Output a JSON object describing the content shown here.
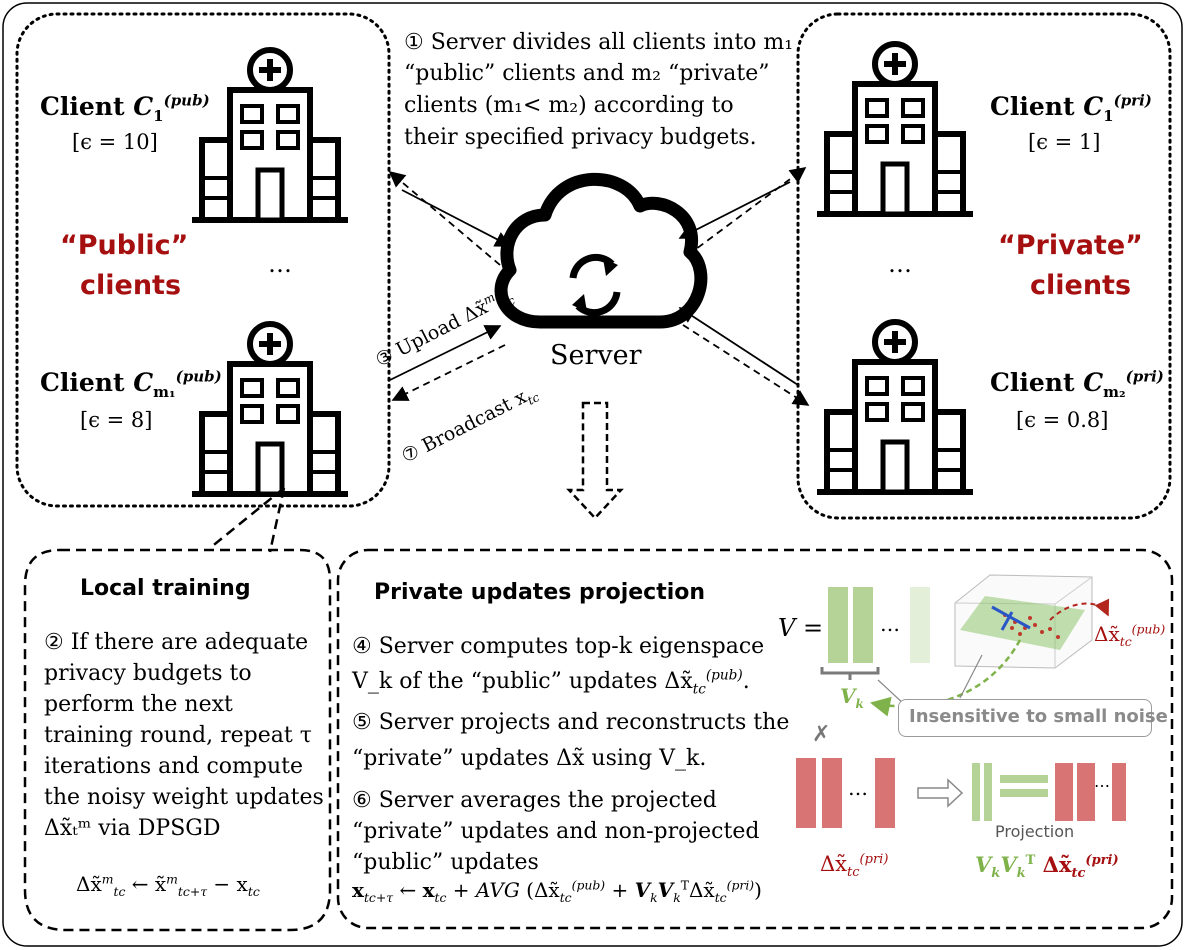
{
  "steps": {
    "s1": [
      "① Server divides all clients into m₁",
      "“public” clients and m₂ “private”",
      "clients (m₁< m₂) according to",
      "their specified privacy budgets."
    ],
    "s2": [
      "② If there are adequate",
      "privacy budgets to",
      "perform the next",
      "training round, repeat τ",
      "iterations and compute",
      "the noisy weight updates",
      "Δx̃ₜᵐ via DPSGD"
    ],
    "s3_upload": "③ Upload Δx̃",
    "s7_broadcast": "⑦ Broadcast x",
    "s4": [
      "④ Server computes top-k eigenspace",
      "V_k of the “public” updates Δx̃"
    ],
    "s5": [
      "⑤ Server projects and reconstructs the",
      "“private” updates Δx̃ using V_k."
    ],
    "s6": [
      "⑥ Server averages the projected",
      "“private” updates and non-projected",
      "“public” updates"
    ]
  },
  "clients": {
    "pub1": {
      "label": "Client",
      "budget": "[ϵ  = 10]"
    },
    "pub_m1": {
      "label": "Client",
      "budget": "[ϵ  = 8]"
    },
    "pri1": {
      "label": "Client",
      "budget": "[ϵ  = 1]"
    },
    "pri_m2": {
      "label": "Client",
      "budget": "[ϵ  = 0.8]"
    },
    "ellipsis": "…"
  },
  "groups": {
    "public_line1": "“Public”",
    "public_line2": "clients",
    "private_line1": "“Private”",
    "private_line2": "clients"
  },
  "server": {
    "label": "Server"
  },
  "panels": {
    "local_title": "Local training",
    "projection_title": "Private updates projection",
    "insensitive": "Insensitive to small noise",
    "projection_label": "Projection",
    "v_eq": "V =",
    "cross": "✗",
    "dots": "…"
  },
  "colors": {
    "red": "#a50f0f",
    "green": "#7fb24a",
    "green_bar": "#b5d396",
    "red_bar": "#d97474",
    "plane": "#8ec46e"
  }
}
